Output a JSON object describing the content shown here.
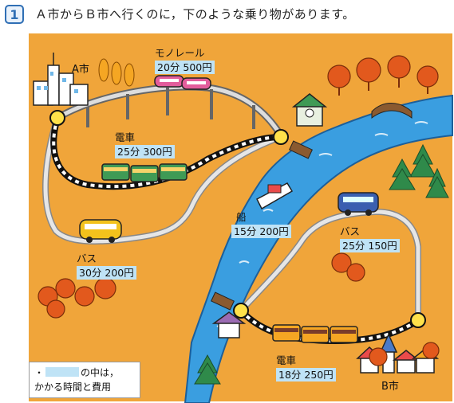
{
  "question": {
    "number": "1",
    "text": "Ａ市からＢ市へ行くのに，下のような乗り物があります。"
  },
  "cities": {
    "a": "A市",
    "b": "B市"
  },
  "routes": {
    "monorail": {
      "name": "モノレール",
      "info": "20分 500円"
    },
    "train_a": {
      "name": "電車",
      "info": "25分 300円"
    },
    "ship": {
      "name": "船",
      "info": "15分 200円"
    },
    "bus_a": {
      "name": "バス",
      "info": "30分 200円"
    },
    "bus_b": {
      "name": "バス",
      "info": "25分 150円"
    },
    "train_b": {
      "name": "電車",
      "info": "18分 250円"
    }
  },
  "legend": {
    "bullet": "・",
    "line1_suffix": "の中は，",
    "line2": "かかる時間と費用"
  },
  "colors": {
    "ground": "#f0a53a",
    "river": "#3a9ee0",
    "value_box": "#bfe3f6",
    "track": "#111111"
  }
}
